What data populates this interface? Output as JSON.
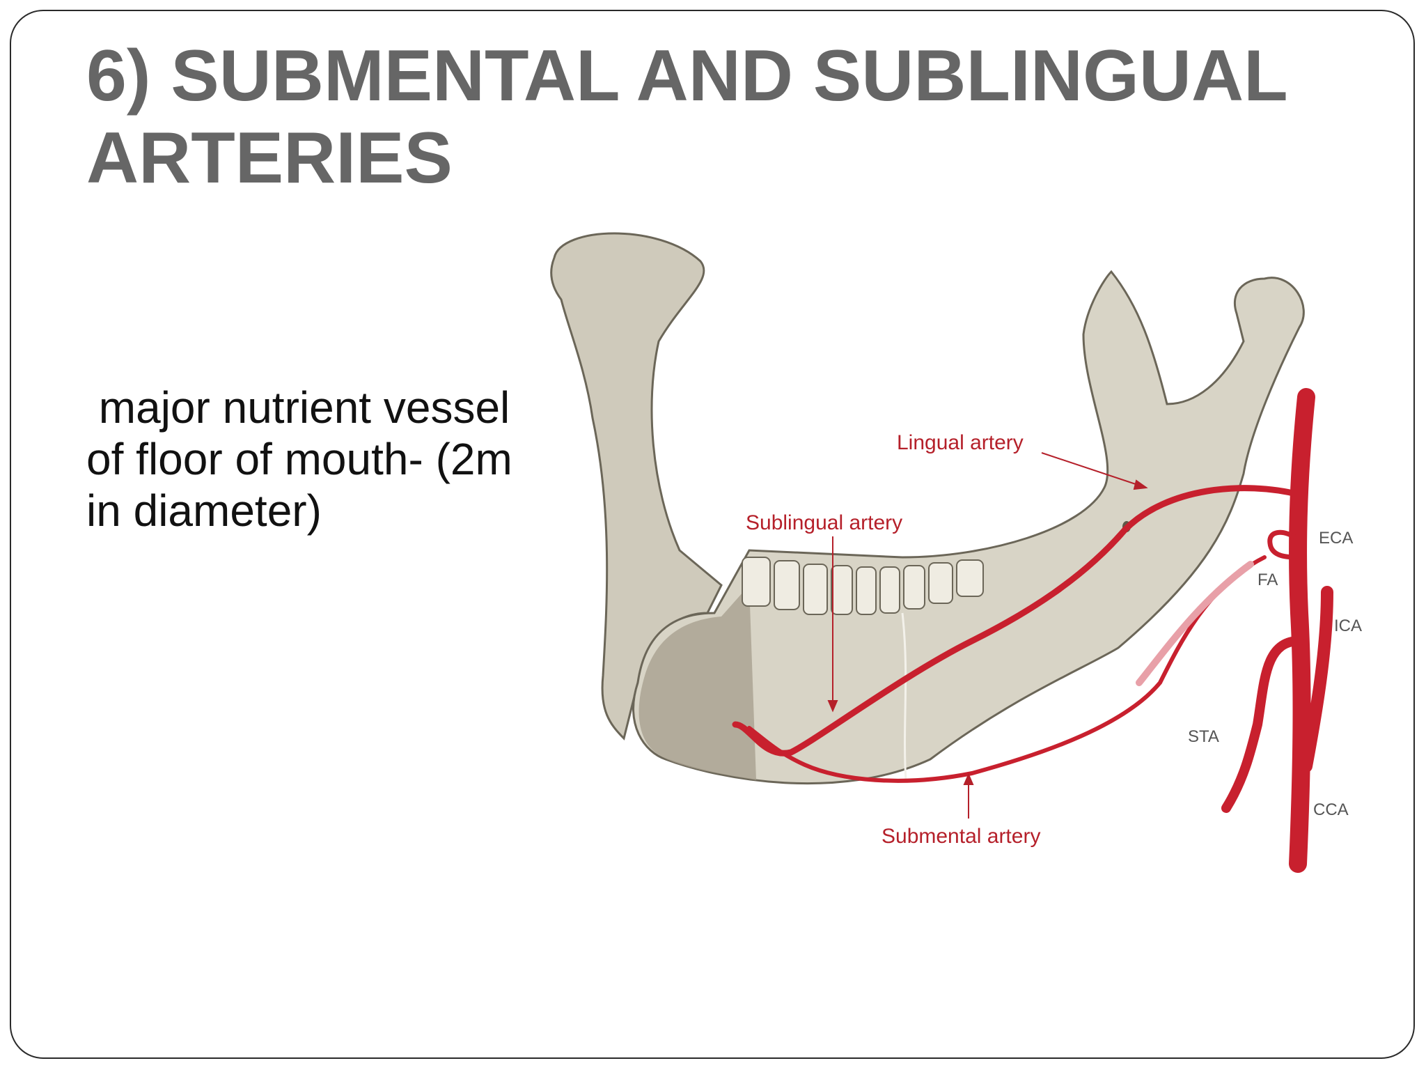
{
  "slide": {
    "title_line1": "6) SUBMENTAL AND SUBLINGUAL",
    "title_line2": "ARTERIES",
    "body_lines": [
      " major nutrient vessel",
      "of floor of mouth- (2m",
      "in diameter)"
    ]
  },
  "figure": {
    "labels": {
      "lingual": "Lingual artery",
      "sublingual": "Sublingual artery",
      "submental": "Submental artery",
      "eca": "ECA",
      "fa": "FA",
      "ica": "ICA",
      "sta": "STA",
      "cca": "CCA"
    },
    "colors": {
      "artery": "#c8202e",
      "artery_light": "#e8a0a8",
      "bone": "#d6d2c4",
      "bone_shadow": "#a9a392",
      "label": "#b5202a"
    }
  }
}
